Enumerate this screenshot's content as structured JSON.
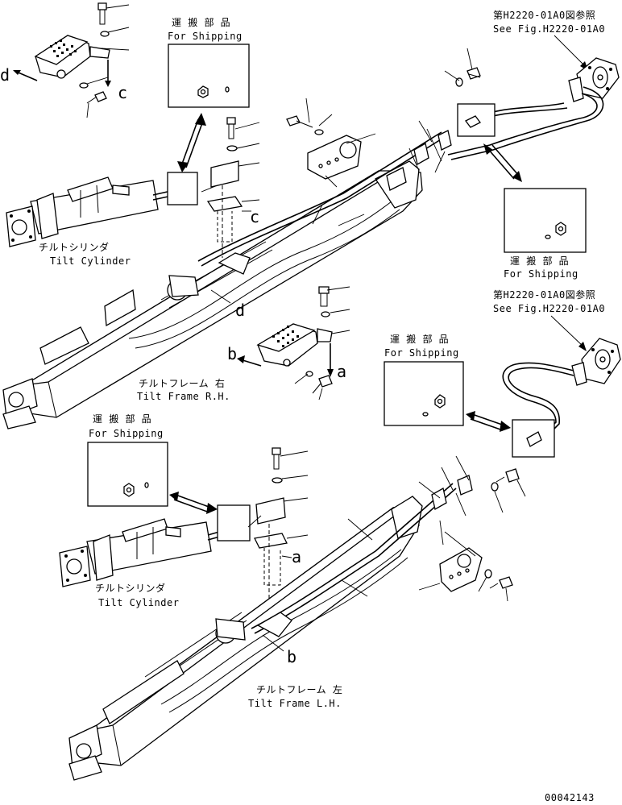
{
  "labels": {
    "ship_top_jp": "運 搬 部 品",
    "ship_top_en": "For Shipping",
    "ref_top_jp": "第H2220-01A0図参照",
    "ref_top_en": "See Fig.H2220-01A0",
    "ship_right_jp": "運 搬 部 品",
    "ship_right_en": "For Shipping",
    "ref_mid_jp": "第H2220-01A0図参照",
    "ref_mid_en": "See Fig.H2220-01A0",
    "ship_mid_jp": "運 搬 部 品",
    "ship_mid_en": "For Shipping",
    "ship_left_jp": "運 搬 部 品",
    "ship_left_en": "For Shipping",
    "tilt_cyl_top_jp": "チルトシリンダ",
    "tilt_cyl_top_en": "Tilt Cylinder",
    "tilt_frame_rh_jp": "チルトフレーム 右",
    "tilt_frame_rh_en": "Tilt Frame R.H.",
    "tilt_cyl_bot_jp": "チルトシリンダ",
    "tilt_cyl_bot_en": "Tilt Cylinder",
    "tilt_frame_lh_jp": "チルトフレーム 左",
    "tilt_frame_lh_en": "Tilt Frame L.H."
  },
  "detail_letters": {
    "d_top": "d",
    "c_top": "c",
    "c_mid": "c",
    "d_mid": "d",
    "b_mid": "b",
    "a_mid": "a",
    "a_bot": "a",
    "b_bot": "b"
  },
  "drawing_number": "00042143"
}
